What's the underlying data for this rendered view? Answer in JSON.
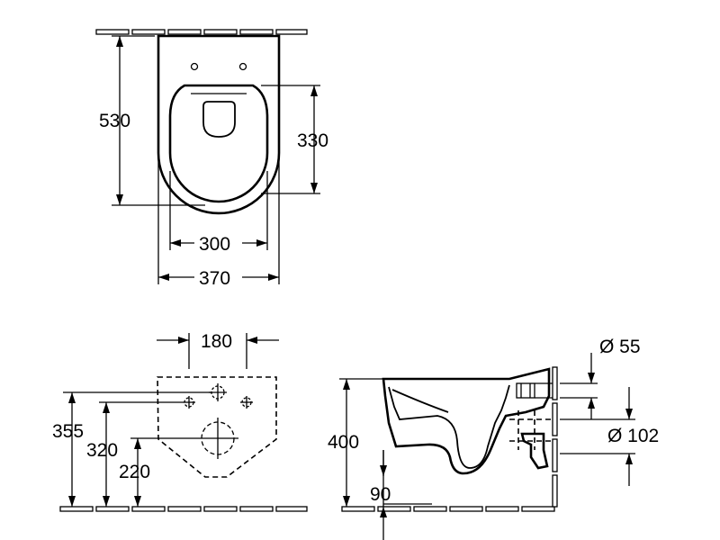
{
  "dimensions": {
    "top_view": {
      "length": "530",
      "seat_opening": "330",
      "inner_width": "300",
      "outer_width": "370"
    },
    "front_view": {
      "hole_spacing": "180",
      "height_upper": "355",
      "height_middle": "320",
      "height_lower": "220"
    },
    "side_view": {
      "height": "400",
      "offset": "90",
      "inlet_diameter": "Ø 55",
      "outlet_diameter": "Ø 102"
    }
  },
  "colors": {
    "line": "#000000",
    "background": "#ffffff"
  }
}
